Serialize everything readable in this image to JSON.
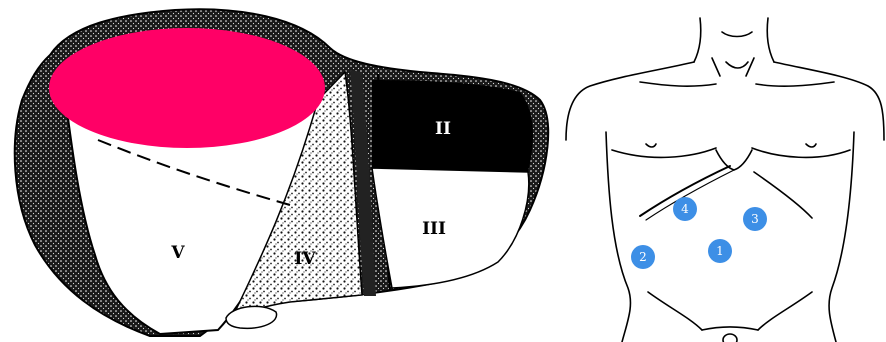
{
  "liver": {
    "segment_labels": {
      "II": "II",
      "III": "III",
      "IV": "IV",
      "V": "V"
    },
    "highlight_color": "#ff0066",
    "segment_II_fill": "#000000"
  },
  "torso": {
    "ports": [
      {
        "id": "1",
        "label": "1"
      },
      {
        "id": "2",
        "label": "2"
      },
      {
        "id": "3",
        "label": "3"
      },
      {
        "id": "4",
        "label": "4"
      }
    ],
    "port_color": "#3d8fe6",
    "port_text_color": "#ffffff"
  }
}
